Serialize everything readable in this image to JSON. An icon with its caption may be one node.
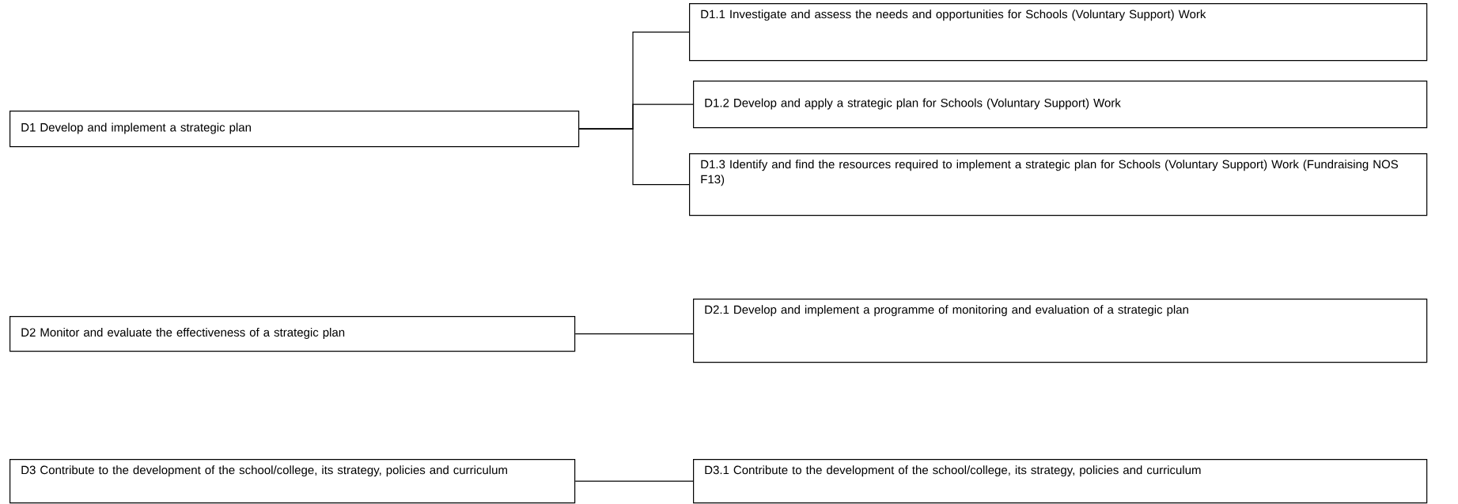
{
  "diagram": {
    "nodes": [
      {
        "text": [
          "D1   Develop and implement a strategic plan"
        ]
      },
      {
        "text": [
          "D1.1   Investigate and assess the needs and opportunities for Schools (Voluntary Support) Work"
        ]
      },
      {
        "text": [
          "D1.2   Develop and apply a strategic plan for Schools (Voluntary Support) Work"
        ]
      },
      {
        "text": [
          "D1.3   Identify and find the resources required to implement a strategic plan for Schools (Voluntary Support) Work (Fundraising NOS F13)"
        ]
      },
      {
        "text": [
          "D2   Monitor and evaluate the effectiveness of a strategic plan"
        ]
      },
      {
        "text": [
          "D2.1   Develop and implement a programme of monitoring and evaluation of a strategic plan"
        ]
      },
      {
        "text": [
          "D3   Contribute to the development of the school/college, its strategy, policies and curriculum"
        ]
      },
      {
        "text": [
          "D3.1   Contribute to the development of the school/college, its strategy, policies and curriculum"
        ]
      }
    ],
    "edges": [
      {
        "from": 0,
        "to": 1,
        "arrow": "none"
      },
      {
        "from": 0,
        "to": 2,
        "arrow": "none"
      },
      {
        "from": 0,
        "to": 3,
        "arrow": "none"
      },
      {
        "from": 4,
        "to": 5,
        "arrow": "none"
      },
      {
        "from": 6,
        "to": 7,
        "arrow": "none"
      }
    ]
  }
}
